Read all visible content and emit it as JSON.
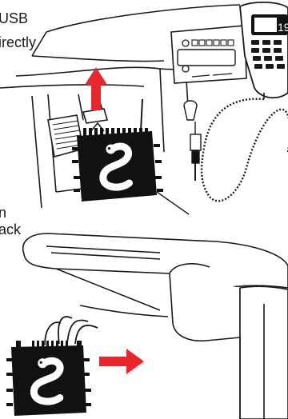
{
  "caption": {
    "line1": "USB",
    "line2": "irectly",
    "line3": "n",
    "line4": "ack"
  },
  "colors": {
    "arrow": "#e8262b",
    "device": "#111111",
    "line": "#1a1a1a"
  },
  "icons": {
    "device_logo": "cobra-snake-icon",
    "arrow_up": "arrow-up-icon",
    "arrow_right": "arrow-right-icon"
  }
}
